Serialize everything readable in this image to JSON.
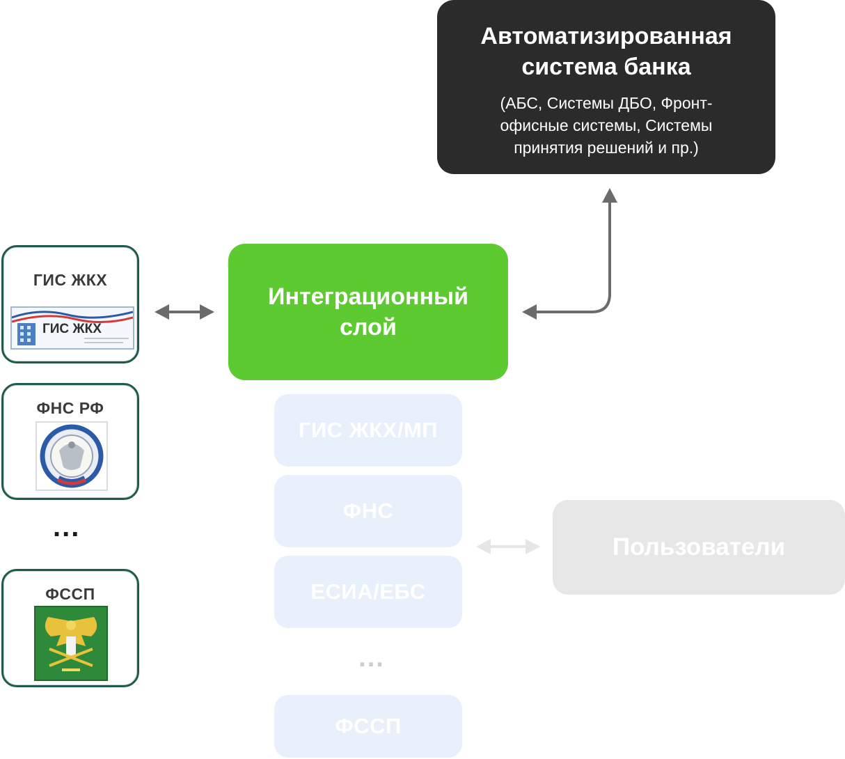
{
  "bank_system": {
    "title": "Автоматизированная система банка",
    "subtitle": "(АБС, Системы ДБО, Фронт-офисные системы, Системы принятия решений и пр.)"
  },
  "integration_layer": {
    "label": "Интеграционный слой"
  },
  "sources": [
    {
      "label": "ГИС ЖКХ",
      "logo_text": "ГИС ЖКХ",
      "logo_icon": "gis-zhkh-logo"
    },
    {
      "label": "ФНС РФ",
      "logo_icon": "fns-emblem"
    },
    {
      "label": "ФССП",
      "logo_icon": "fssp-emblem"
    }
  ],
  "sources_ellipsis": "...",
  "services": [
    "ГИС ЖКХ/МП",
    "ФНС",
    "ЕСИА/ЕБС",
    "ФССП"
  ],
  "services_ellipsis": "...",
  "users": {
    "label": "Пользователи"
  },
  "colors": {
    "bank_bg": "#2b2b2b",
    "integration_bg": "#5dca32",
    "source_border": "#1e5b4e",
    "service_bg": "#e8f0fb",
    "users_bg": "#e7e7e7",
    "arrow": "#6b6b6b",
    "arrow_faded": "#e6e6e6"
  }
}
